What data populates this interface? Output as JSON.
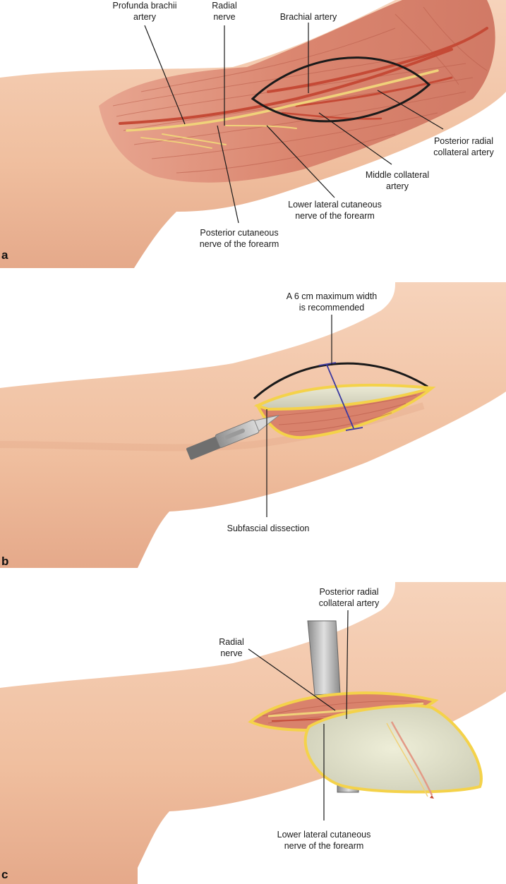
{
  "panels": {
    "a": {
      "letter": "a",
      "labels": {
        "profunda": "Profunda brachii\nartery",
        "radial_nerve": "Radial\nnerve",
        "brachial": "Brachial artery",
        "posterior_radial": "Posterior radial\ncollateral artery",
        "middle_collateral": "Middle collateral\nartery",
        "lower_lateral": "Lower lateral cutaneous\nnerve of the forearm",
        "posterior_cutaneous": "Posterior cutaneous\nnerve of the forearm"
      }
    },
    "b": {
      "letter": "b",
      "labels": {
        "width_note": "A 6 cm maximum width\nis recommended",
        "subfascial": "Subfascial dissection"
      }
    },
    "c": {
      "letter": "c",
      "labels": {
        "posterior_radial": "Posterior radial\ncollateral artery",
        "radial_nerve": "Radial\nnerve",
        "lower_lateral": "Lower lateral cutaneous\nnerve of the forearm"
      }
    }
  },
  "colors": {
    "skin": "#f3c3a4",
    "skin_shadow": "#e2a586",
    "muscle": "#d9826c",
    "muscle_dark": "#b85a48",
    "artery": "#c54a36",
    "nerve": "#f0d27a",
    "fat": "#f4e08a",
    "flap": "#e6e6c8",
    "outline": "#1a1a1a"
  }
}
